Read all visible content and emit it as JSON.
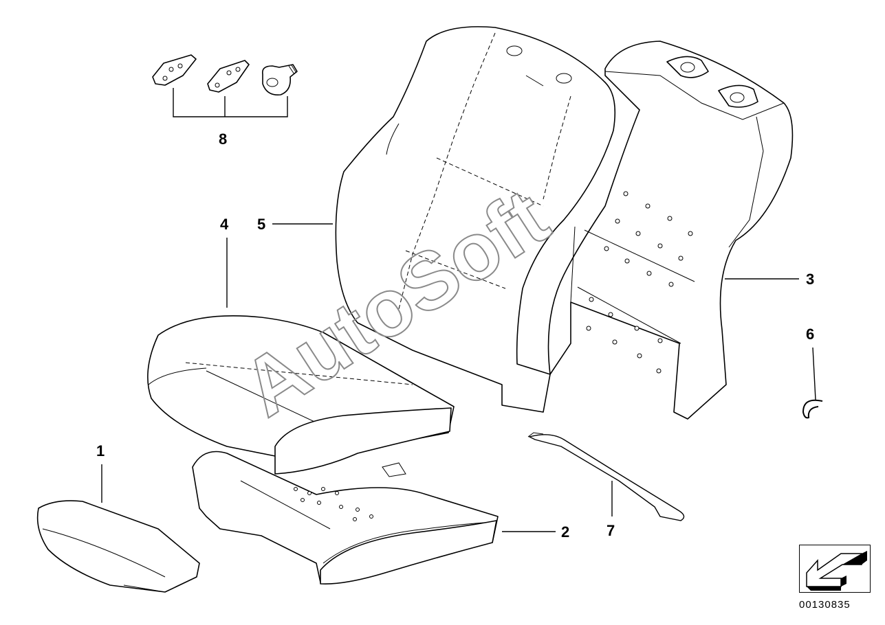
{
  "callouts": {
    "c1": "1",
    "c2": "2",
    "c3": "3",
    "c4": "4",
    "c5": "5",
    "c6": "6",
    "c7": "7",
    "c8": "8"
  },
  "watermark": "AutoSoft",
  "reference_number": "00130835",
  "icons": {
    "navigation": "arrow-navigation-icon"
  }
}
